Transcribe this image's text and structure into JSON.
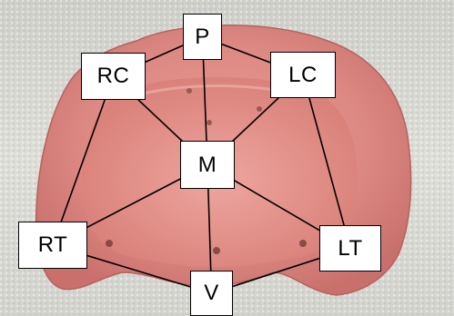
{
  "diagram": {
    "nodes": [
      {
        "id": "P",
        "label": "P"
      },
      {
        "id": "RC",
        "label": "RC"
      },
      {
        "id": "LC",
        "label": "LC"
      },
      {
        "id": "M",
        "label": "M"
      },
      {
        "id": "RT",
        "label": "RT"
      },
      {
        "id": "LT",
        "label": "LT"
      },
      {
        "id": "V",
        "label": "V"
      }
    ],
    "edges": [
      [
        "P",
        "RC"
      ],
      [
        "P",
        "LC"
      ],
      [
        "P",
        "M"
      ],
      [
        "RC",
        "M"
      ],
      [
        "LC",
        "M"
      ],
      [
        "RC",
        "RT"
      ],
      [
        "LC",
        "LT"
      ],
      [
        "M",
        "RT"
      ],
      [
        "M",
        "LT"
      ],
      [
        "M",
        "V"
      ],
      [
        "RT",
        "V"
      ],
      [
        "LT",
        "V"
      ]
    ],
    "colors": {
      "line": "#000000",
      "node_fill": "#ffffff",
      "denture_base": "#e08b86"
    }
  }
}
